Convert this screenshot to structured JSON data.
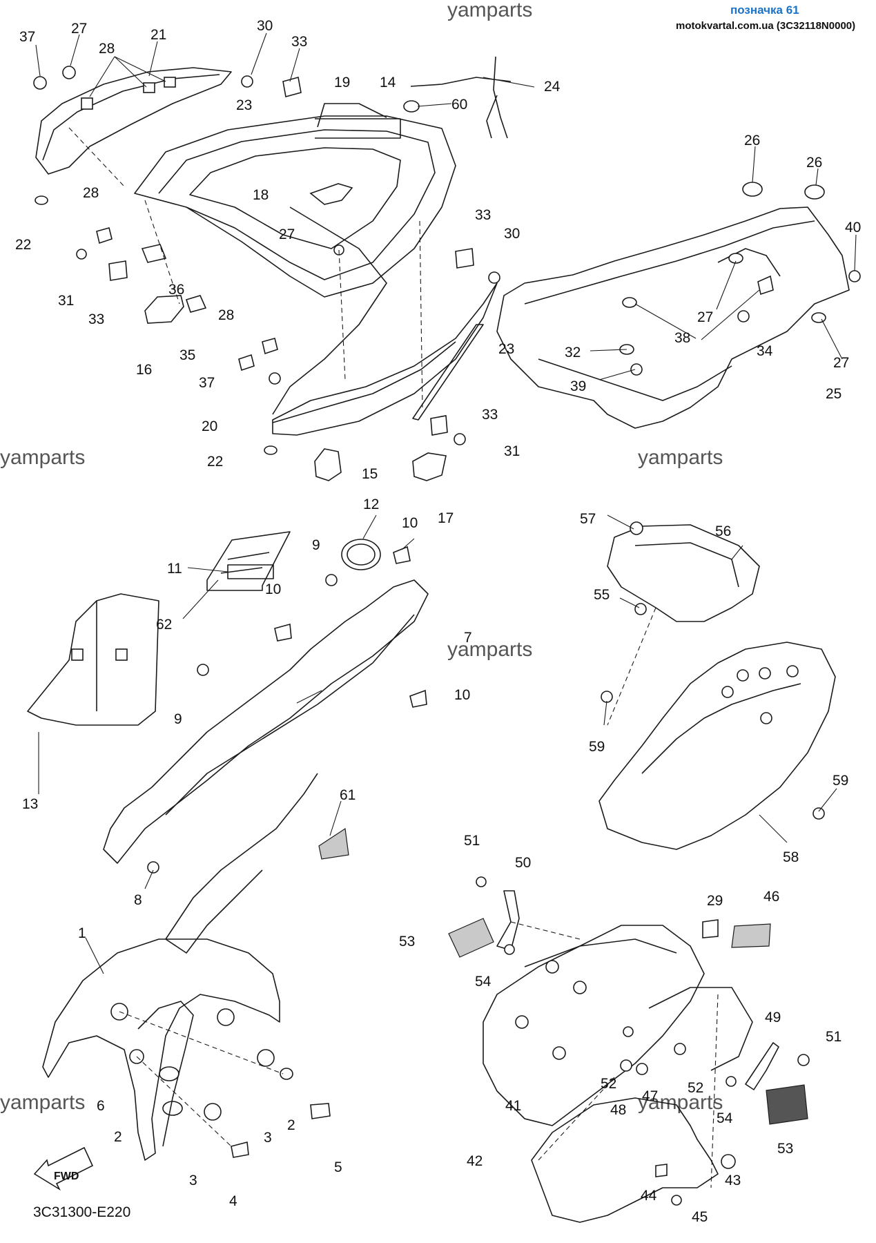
{
  "header": {
    "title": "позначка 61",
    "source": "motokvartal.com.ua (3C32118N0000)"
  },
  "watermarks": [
    "yamparts",
    "yamparts",
    "yamparts",
    "yamparts",
    "yamparts",
    "yamparts"
  ],
  "diagram_code": "3C31300-E220",
  "fwd_label": "FWD",
  "callouts": [
    "37",
    "27",
    "28",
    "21",
    "30",
    "33",
    "19",
    "14",
    "24",
    "60",
    "23",
    "22",
    "28",
    "18",
    "27",
    "33",
    "30",
    "31",
    "33",
    "36",
    "28",
    "16",
    "35",
    "37",
    "20",
    "22",
    "15",
    "17",
    "23",
    "33",
    "31",
    "26",
    "26",
    "40",
    "27",
    "38",
    "34",
    "32",
    "39",
    "27",
    "25",
    "12",
    "10",
    "9",
    "11",
    "62",
    "10",
    "7",
    "9",
    "10",
    "13",
    "61",
    "8",
    "57",
    "56",
    "55",
    "59",
    "59",
    "58",
    "1",
    "6",
    "2",
    "3",
    "2",
    "3",
    "5",
    "4",
    "51",
    "50",
    "53",
    "54",
    "29",
    "46",
    "41",
    "52",
    "48",
    "47",
    "52",
    "49",
    "51",
    "54",
    "53",
    "42",
    "44",
    "45",
    "43"
  ]
}
